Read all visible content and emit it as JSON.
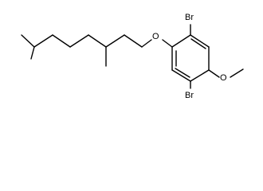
{
  "molecule": {
    "atoms": {
      "br_top": "Br",
      "br_bottom": "Br",
      "oxygen_ether": "O",
      "oxygen_methoxy": "O"
    }
  }
}
